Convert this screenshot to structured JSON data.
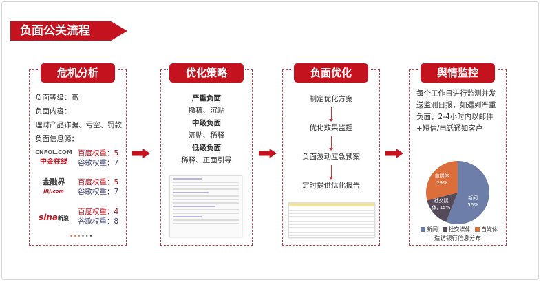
{
  "title": "负面公关流程",
  "panels": [
    {
      "header": "危机分析",
      "lines": [
        "负面等级：高",
        "负面内容：",
        "理财产品诈骗、亏空、罚款",
        "负面信息源："
      ],
      "sources": [
        {
          "logo_top": "CNFOL.COM",
          "logo_bottom": "中金在线",
          "baidu": "百度权重：5",
          "google": "谷歌权重：7"
        },
        {
          "logo_top": "金融界",
          "logo_bottom": "JRJ.com",
          "baidu": "百度权重：5",
          "google": "谷歌权重：7"
        },
        {
          "logo_top": "sina",
          "logo_bottom": "新浪",
          "baidu": "百度权重：4",
          "google": "谷歌权重：8"
        }
      ]
    },
    {
      "header": "优化策略",
      "items": [
        {
          "level": "严重负面",
          "action": "撤稿、沉贴"
        },
        {
          "level": "中级负面",
          "action": "沉贴、稀释"
        },
        {
          "level": "低级负面",
          "action": "稀释、正面引导"
        }
      ]
    },
    {
      "header": "负面优化",
      "steps": [
        "制定优化方案",
        "优化效果监控",
        "负面波动应急预案",
        "定时提供优化报告"
      ]
    },
    {
      "header": "舆情监控",
      "text": "每个工作日进行监测并发送监测日报，如遇到严重负面，2-4小时内以邮件+短信/电话通知客户",
      "chart_data": {
        "type": "pie",
        "title": "造访银行信息分布",
        "slices": [
          {
            "label": "新闻",
            "value": 56,
            "color": "#6d7fa8"
          },
          {
            "label": "社交媒体",
            "value": 15,
            "color": "#544a5a"
          },
          {
            "label": "自媒体",
            "value": 29,
            "color": "#dc6e3c"
          }
        ]
      }
    }
  ],
  "pie_labels": [
    "新闻",
    "56%",
    "社交媒",
    "体, 15%",
    "自媒体",
    "29%"
  ]
}
